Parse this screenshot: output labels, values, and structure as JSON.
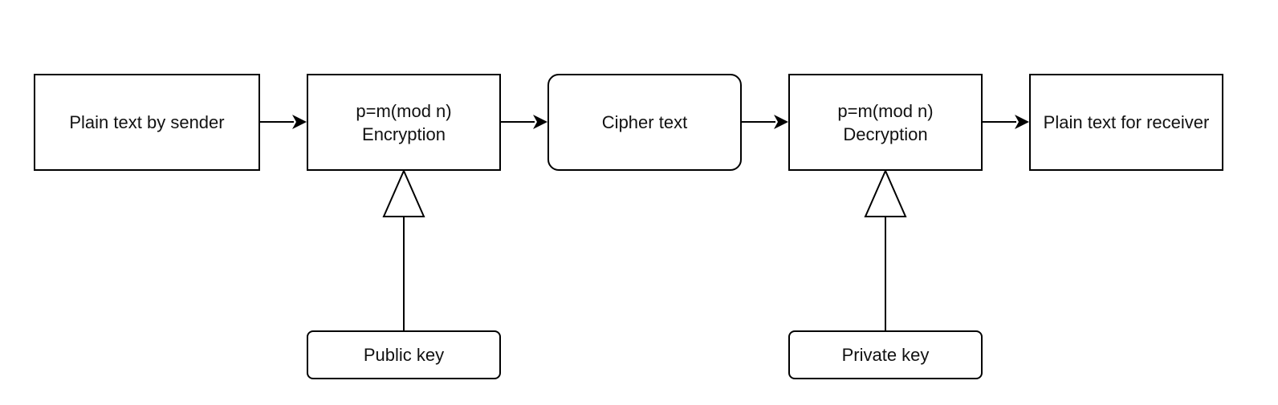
{
  "diagram": {
    "nodes": {
      "plain_sender": {
        "label": "Plain text by sender"
      },
      "encryption": {
        "line1": "p=m(mod n)",
        "line2": "Encryption"
      },
      "cipher": {
        "label": "Cipher text"
      },
      "decryption": {
        "line1": "p=m(mod n)",
        "line2": "Decryption"
      },
      "plain_receiver": {
        "label": "Plain text for receiver"
      },
      "public_key": {
        "label": "Public key"
      },
      "private_key": {
        "label": "Private key"
      }
    },
    "edges": [
      {
        "from": "plain_sender",
        "to": "encryption",
        "style": "filled-arrow"
      },
      {
        "from": "encryption",
        "to": "cipher",
        "style": "filled-arrow"
      },
      {
        "from": "cipher",
        "to": "decryption",
        "style": "filled-arrow"
      },
      {
        "from": "decryption",
        "to": "plain_receiver",
        "style": "filled-arrow"
      },
      {
        "from": "public_key",
        "to": "encryption",
        "style": "hollow-triangle"
      },
      {
        "from": "private_key",
        "to": "decryption",
        "style": "hollow-triangle"
      }
    ],
    "colors": {
      "stroke": "#000000",
      "fill": "#ffffff",
      "text": "#111111"
    }
  }
}
